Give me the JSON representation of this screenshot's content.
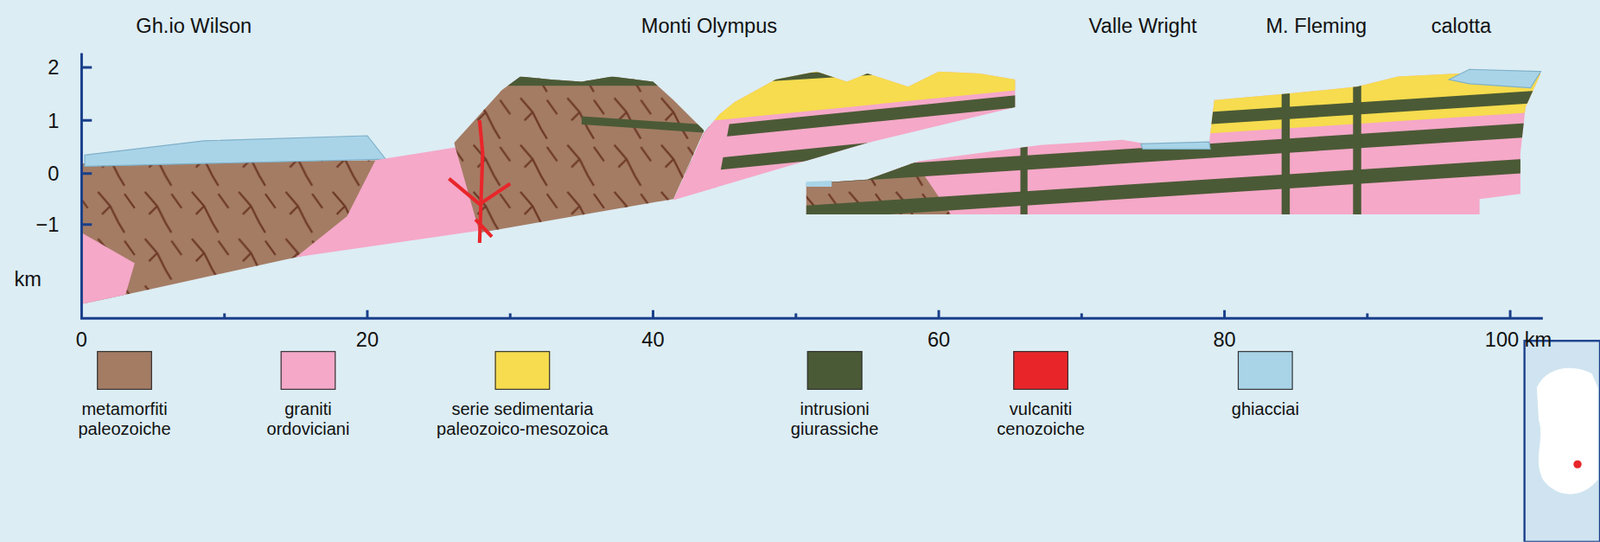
{
  "diagram": {
    "labels": [
      "Gh.io Wilson",
      "Monti Olympus",
      "Valle Wright",
      "M. Fleming",
      "calotta",
      "2",
      "1",
      "0",
      "−1",
      "km",
      "0",
      "20",
      "40",
      "60",
      "80",
      "100 km"
    ],
    "legend": [
      {
        "text": "metamorfiti paleozoiche",
        "color": "#a47c64"
      },
      {
        "text": "graniti ordoviciani",
        "color": "#f5a8c8"
      },
      {
        "text": "serie sedimentaria paleozoico-mesozoica",
        "color": "#f6dc4e"
      },
      {
        "text": "intrusioni giurassiche",
        "color": "#4b5a36"
      },
      {
        "text": "vulcaniti cenozoiche",
        "color": "#e8262a"
      },
      {
        "text": "ghiacciai",
        "color": "#a9d4e8"
      }
    ]
  }
}
